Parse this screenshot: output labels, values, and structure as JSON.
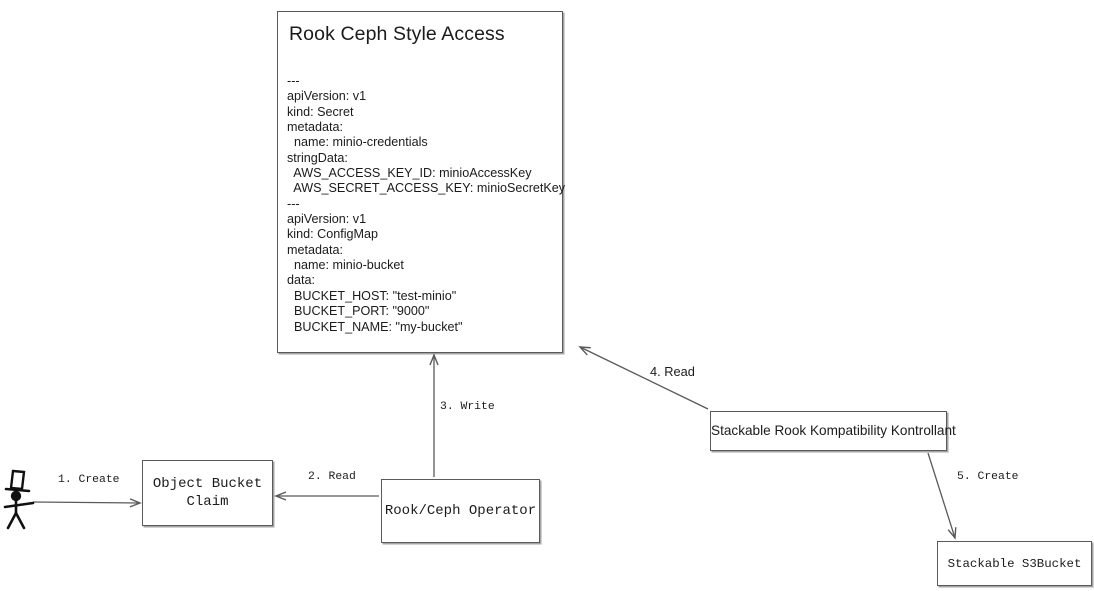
{
  "diagram": {
    "title_card": {
      "heading": "Rook Ceph Style Access",
      "yaml": "---\napiVersion: v1\nkind: Secret\nmetadata:\n  name: minio-credentials\nstringData:\n  AWS_ACCESS_KEY_ID: minioAccessKey\n  AWS_SECRET_ACCESS_KEY: minioSecretKey\n---\napiVersion: v1\nkind: ConfigMap\nmetadata:\n  name: minio-bucket\ndata:\n  BUCKET_HOST: \"test-minio\"\n  BUCKET_PORT: \"9000\"\n  BUCKET_NAME: \"my-bucket\""
    },
    "nodes": {
      "actor": "stick-figure-actor",
      "object_bucket_claim": "Object Bucket\nClaim",
      "operator": "Rook/Ceph Operator",
      "srkk": "Stackable Rook Kompatibility Kontrollant",
      "s3bucket": "Stackable S3Bucket"
    },
    "edges": [
      {
        "label": "1. Create",
        "from": "actor",
        "to": "object-bucket-claim"
      },
      {
        "label": "2. Read",
        "from": "operator",
        "to": "object-bucket-claim"
      },
      {
        "label": "3. Write",
        "from": "operator",
        "to": "yaml-card"
      },
      {
        "label": "4. Read",
        "from": "srkk",
        "to": "yaml-card"
      },
      {
        "label": "5. Create",
        "from": "srkk",
        "to": "s3bucket"
      }
    ],
    "colors": {
      "stroke": "#5a5a5a",
      "text": "#1b1b1b",
      "background": "#ffffff"
    }
  }
}
